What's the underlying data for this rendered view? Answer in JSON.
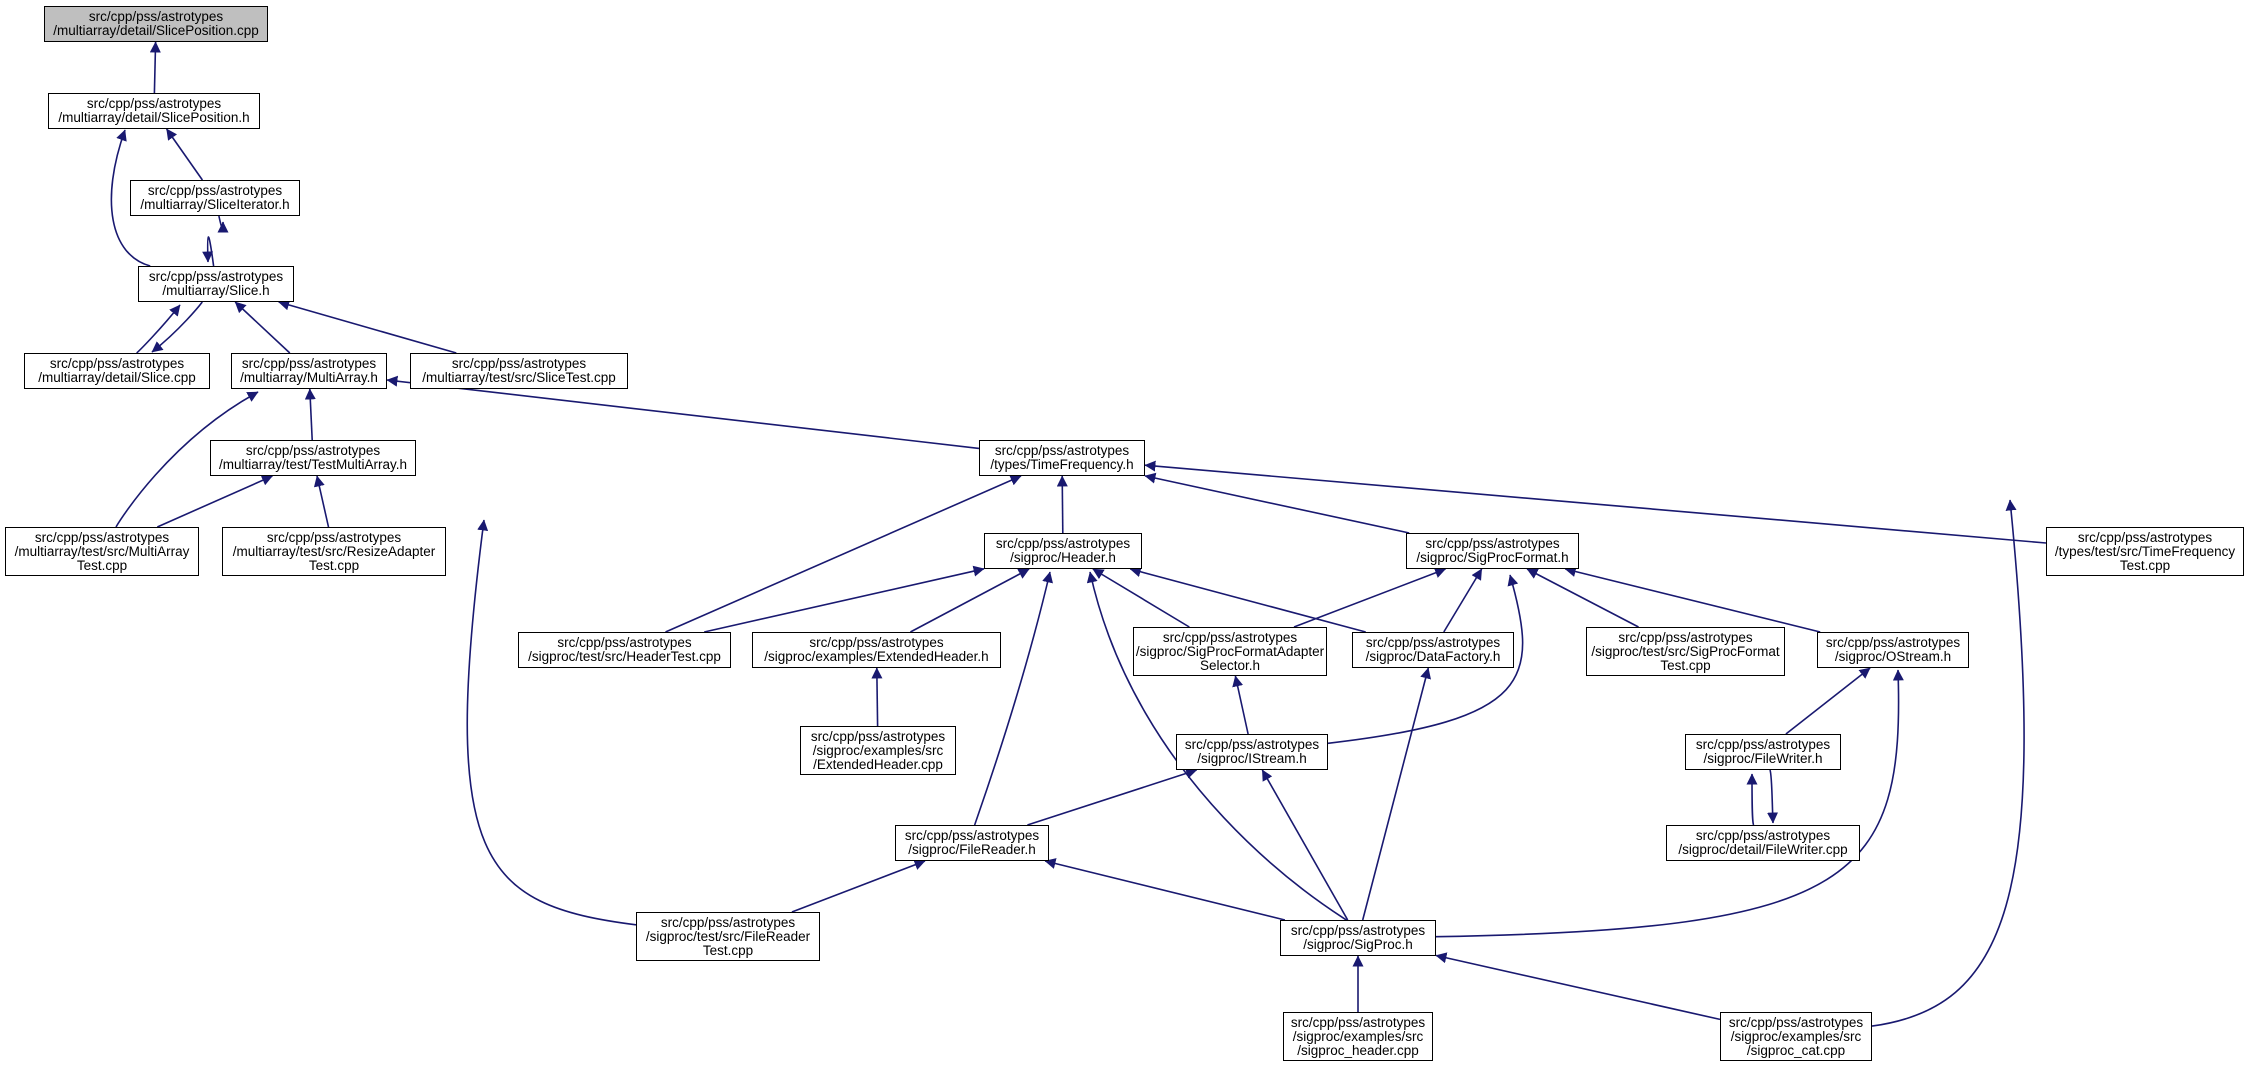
{
  "colors": {
    "edge": "#191970",
    "root_fill": "#bfbfbf",
    "node_fill": "#ffffff",
    "border": "#000000"
  },
  "nodes": [
    {
      "id": "n0",
      "lines": [
        "src/cpp/pss/astrotypes",
        "/multiarray/detail/SlicePosition.cpp"
      ],
      "root": true
    },
    {
      "id": "n1",
      "lines": [
        "src/cpp/pss/astrotypes",
        "/multiarray/detail/SlicePosition.h"
      ]
    },
    {
      "id": "n2",
      "lines": [
        "src/cpp/pss/astrotypes",
        "/multiarray/SliceIterator.h"
      ]
    },
    {
      "id": "n3",
      "lines": [
        "src/cpp/pss/astrotypes",
        "/multiarray/Slice.h"
      ]
    },
    {
      "id": "n4",
      "lines": [
        "src/cpp/pss/astrotypes",
        "/multiarray/detail/Slice.cpp"
      ]
    },
    {
      "id": "n5",
      "lines": [
        "src/cpp/pss/astrotypes",
        "/multiarray/MultiArray.h"
      ]
    },
    {
      "id": "n6",
      "lines": [
        "src/cpp/pss/astrotypes",
        "/multiarray/test/src/SliceTest.cpp"
      ]
    },
    {
      "id": "n7",
      "lines": [
        "src/cpp/pss/astrotypes",
        "/multiarray/test/TestMultiArray.h"
      ]
    },
    {
      "id": "n8",
      "lines": [
        "src/cpp/pss/astrotypes",
        "/multiarray/test/src/MultiArray",
        "Test.cpp"
      ]
    },
    {
      "id": "n9",
      "lines": [
        "src/cpp/pss/astrotypes",
        "/multiarray/test/src/ResizeAdapter",
        "Test.cpp"
      ]
    },
    {
      "id": "n10",
      "lines": [
        "src/cpp/pss/astrotypes",
        "/types/TimeFrequency.h"
      ]
    },
    {
      "id": "n11",
      "lines": [
        "src/cpp/pss/astrotypes",
        "/sigproc/Header.h"
      ]
    },
    {
      "id": "n12",
      "lines": [
        "src/cpp/pss/astrotypes",
        "/sigproc/SigProcFormat.h"
      ]
    },
    {
      "id": "n13",
      "lines": [
        "src/cpp/pss/astrotypes",
        "/types/test/src/TimeFrequency",
        "Test.cpp"
      ]
    },
    {
      "id": "n14",
      "lines": [
        "src/cpp/pss/astrotypes",
        "/sigproc/test/src/HeaderTest.cpp"
      ]
    },
    {
      "id": "n15",
      "lines": [
        "src/cpp/pss/astrotypes",
        "/sigproc/examples/ExtendedHeader.h"
      ]
    },
    {
      "id": "n16",
      "lines": [
        "src/cpp/pss/astrotypes",
        "/sigproc/SigProcFormatAdapter",
        "Selector.h"
      ]
    },
    {
      "id": "n17",
      "lines": [
        "src/cpp/pss/astrotypes",
        "/sigproc/DataFactory.h"
      ]
    },
    {
      "id": "n18",
      "lines": [
        "src/cpp/pss/astrotypes",
        "/sigproc/test/src/SigProcFormat",
        "Test.cpp"
      ]
    },
    {
      "id": "n19",
      "lines": [
        "src/cpp/pss/astrotypes",
        "/sigproc/OStream.h"
      ]
    },
    {
      "id": "n20",
      "lines": [
        "src/cpp/pss/astrotypes",
        "/sigproc/examples/src",
        "/ExtendedHeader.cpp"
      ]
    },
    {
      "id": "n21",
      "lines": [
        "src/cpp/pss/astrotypes",
        "/sigproc/IStream.h"
      ]
    },
    {
      "id": "n22",
      "lines": [
        "src/cpp/pss/astrotypes",
        "/sigproc/FileWriter.h"
      ]
    },
    {
      "id": "n23",
      "lines": [
        "src/cpp/pss/astrotypes",
        "/sigproc/FileReader.h"
      ]
    },
    {
      "id": "n24",
      "lines": [
        "src/cpp/pss/astrotypes",
        "/sigproc/detail/FileWriter.cpp"
      ]
    },
    {
      "id": "n25",
      "lines": [
        "src/cpp/pss/astrotypes",
        "/sigproc/test/src/FileReader",
        "Test.cpp"
      ]
    },
    {
      "id": "n26",
      "lines": [
        "src/cpp/pss/astrotypes",
        "/sigproc/SigProc.h"
      ]
    },
    {
      "id": "n27",
      "lines": [
        "src/cpp/pss/astrotypes",
        "/sigproc/examples/src",
        "/sigproc_header.cpp"
      ]
    },
    {
      "id": "n28",
      "lines": [
        "src/cpp/pss/astrotypes",
        "/sigproc/examples/src",
        "/sigproc_cat.cpp"
      ]
    }
  ],
  "edges": [
    [
      "n1",
      "n0"
    ],
    [
      "n2",
      "n1"
    ],
    [
      "n3",
      "n1"
    ],
    [
      "n3",
      "n2"
    ],
    [
      "n2",
      "n3"
    ],
    [
      "n4",
      "n3"
    ],
    [
      "n3",
      "n4"
    ],
    [
      "n5",
      "n3"
    ],
    [
      "n6",
      "n3"
    ],
    [
      "n7",
      "n5"
    ],
    [
      "n8",
      "n5"
    ],
    [
      "n10",
      "n5"
    ],
    [
      "n8",
      "n7"
    ],
    [
      "n9",
      "n7"
    ],
    [
      "n11",
      "n10"
    ],
    [
      "n12",
      "n10"
    ],
    [
      "n13",
      "n10"
    ],
    [
      "n14",
      "n10"
    ],
    [
      "n25",
      "n10"
    ],
    [
      "n28",
      "n10"
    ],
    [
      "n14",
      "n11"
    ],
    [
      "n15",
      "n11"
    ],
    [
      "n16",
      "n11"
    ],
    [
      "n17",
      "n11"
    ],
    [
      "n23",
      "n11"
    ],
    [
      "n26",
      "n11"
    ],
    [
      "n16",
      "n12"
    ],
    [
      "n17",
      "n12"
    ],
    [
      "n18",
      "n12"
    ],
    [
      "n19",
      "n12"
    ],
    [
      "n21",
      "n12"
    ],
    [
      "n20",
      "n15"
    ],
    [
      "n21",
      "n16"
    ],
    [
      "n26",
      "n17"
    ],
    [
      "n22",
      "n19"
    ],
    [
      "n26",
      "n19"
    ],
    [
      "n23",
      "n21"
    ],
    [
      "n26",
      "n21"
    ],
    [
      "n24",
      "n22"
    ],
    [
      "n22",
      "n24"
    ],
    [
      "n25",
      "n23"
    ],
    [
      "n26",
      "n23"
    ],
    [
      "n27",
      "n26"
    ],
    [
      "n28",
      "n26"
    ]
  ]
}
